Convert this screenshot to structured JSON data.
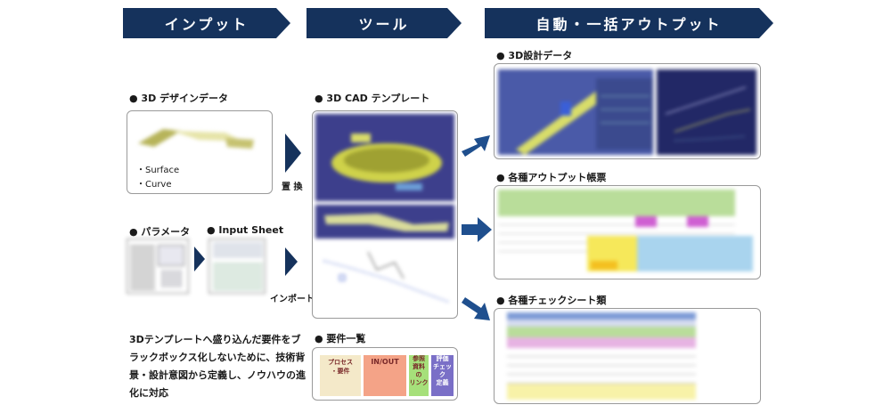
{
  "headers": {
    "input": "インプット",
    "tool": "ツール",
    "output": "自動・一括アウトプット"
  },
  "input": {
    "design_data_label": "● 3D デザインデータ",
    "surface": "・Surface",
    "curve": "・Curve",
    "parameter_label": "● パラメータ",
    "input_sheet_label": "● Input Sheet",
    "description": "3Dテンプレートへ盛り込んだ要件をブラックボックス化しないために、技術背景・設計意図から定義し、ノウハウの進化に対応"
  },
  "tool": {
    "cad_template_label": "● 3D CAD テンプレート",
    "replace_label": "置 換",
    "import_label": "インポート",
    "requirements_label": "● 要件一覧",
    "req_cells": [
      "プロセス\n・要件",
      "IN/OUT",
      "参照\n資料\nの\nリンク",
      "評価\nチェック\n定義"
    ]
  },
  "output": {
    "design_data_label": "● 3D設計データ",
    "report_label": "● 各種アウトプット帳票",
    "checksheet_label": "● 各種チェックシート類"
  },
  "colors": {
    "navy": "#15325c",
    "arrow_blue": "#1f4f8e",
    "green": "#b9dd9a",
    "purple": "#cf5fd2",
    "yellow": "#f6e85a",
    "light_blue": "#a9d4ee",
    "salmon": "#f4a387",
    "req_green": "#a6e07a",
    "req_purple": "#7a6fc7"
  }
}
